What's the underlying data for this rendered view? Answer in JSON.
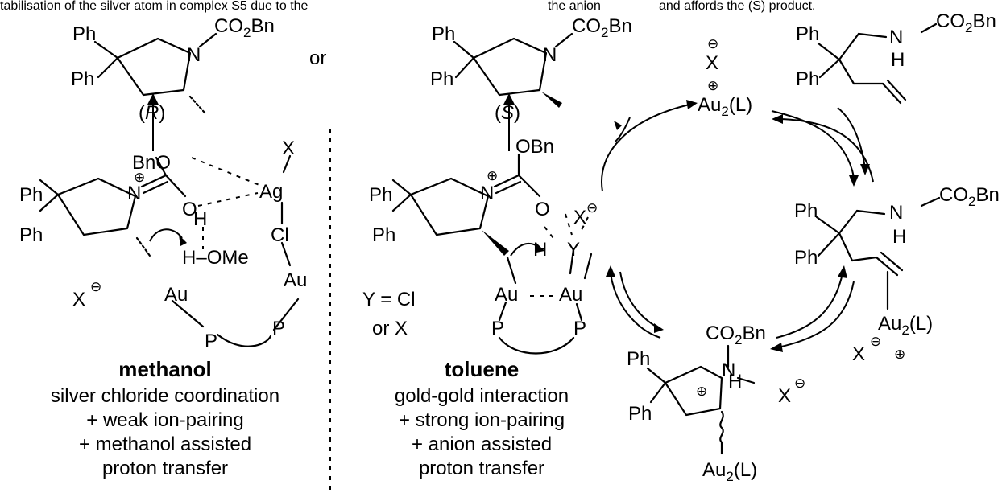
{
  "header_cut": {
    "left": "tabilisation of the silver atom in complex S5 due to the",
    "middle": "the anion",
    "right": "and affords the (S) product."
  },
  "labels": {
    "ph": "Ph",
    "n": "N",
    "h": "H",
    "o": "O",
    "x": "X",
    "y": "Y",
    "p": "P",
    "au": "Au",
    "ag": "Ag",
    "cl": "Cl",
    "co2bn": "CO",
    "co2bn_sub": "2",
    "co2bn_tail": "Bn",
    "bno": "BnO",
    "obn": "OBn",
    "ome": "OMe",
    "h_ome": "H–",
    "au2l": "Au",
    "au2l_sub": "2",
    "au2l_tail": "(L)",
    "or": "or",
    "r_label": "R",
    "s_label": "S",
    "y_eq": "Y = Cl",
    "or_x": "or X"
  },
  "conditions": {
    "methanol": {
      "title": "methanol",
      "lines": [
        "silver chloride coordination",
        "+ weak ion-pairing",
        "+ methanol assisted",
        "proton transfer"
      ]
    },
    "toluene": {
      "title": "toluene",
      "lines": [
        "gold-gold interaction",
        "+ strong ion-pairing",
        "+ anion assisted",
        "proton transfer"
      ]
    }
  }
}
